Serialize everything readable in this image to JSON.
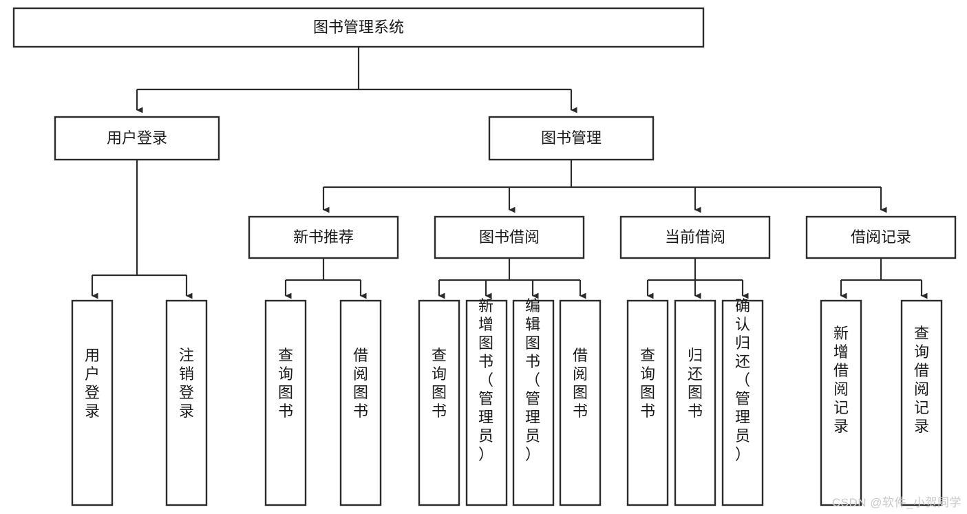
{
  "diagram": {
    "type": "tree-hierarchy",
    "title": "图书管理系统",
    "orientation": "top-down",
    "colors": {
      "box_stroke": "#2b2b2b",
      "box_fill": "#ffffff",
      "connector": "#2b2b2b",
      "text": "#1a1a1a",
      "background": "#ffffff",
      "watermark": "#c9c9c9"
    },
    "levels": {
      "root": {
        "label": "图书管理系统"
      },
      "level2": [
        {
          "label": "用户登录"
        },
        {
          "label": "图书管理"
        }
      ],
      "level3": [
        {
          "label": "新书推荐"
        },
        {
          "label": "图书借阅"
        },
        {
          "label": "当前借阅"
        },
        {
          "label": "借阅记录"
        }
      ],
      "leaves": {
        "user_login": [
          {
            "label": "用户登录"
          },
          {
            "label": "注销登录"
          }
        ],
        "new_book_recommend": [
          {
            "label": "查询图书"
          },
          {
            "label": "借阅图书"
          }
        ],
        "book_borrow": [
          {
            "label": "查询图书"
          },
          {
            "label": "新增图书（管理员）"
          },
          {
            "label": "编辑图书（管理员）"
          },
          {
            "label": "借阅图书"
          }
        ],
        "current_borrow": [
          {
            "label": "查询图书"
          },
          {
            "label": "归还图书"
          },
          {
            "label": "确认归还（管理员）"
          }
        ],
        "borrow_record": [
          {
            "label": "新增借阅记录"
          },
          {
            "label": "查询借阅记录"
          }
        ]
      }
    }
  },
  "watermark": {
    "text": "CSDN @软件_小贺同学"
  }
}
